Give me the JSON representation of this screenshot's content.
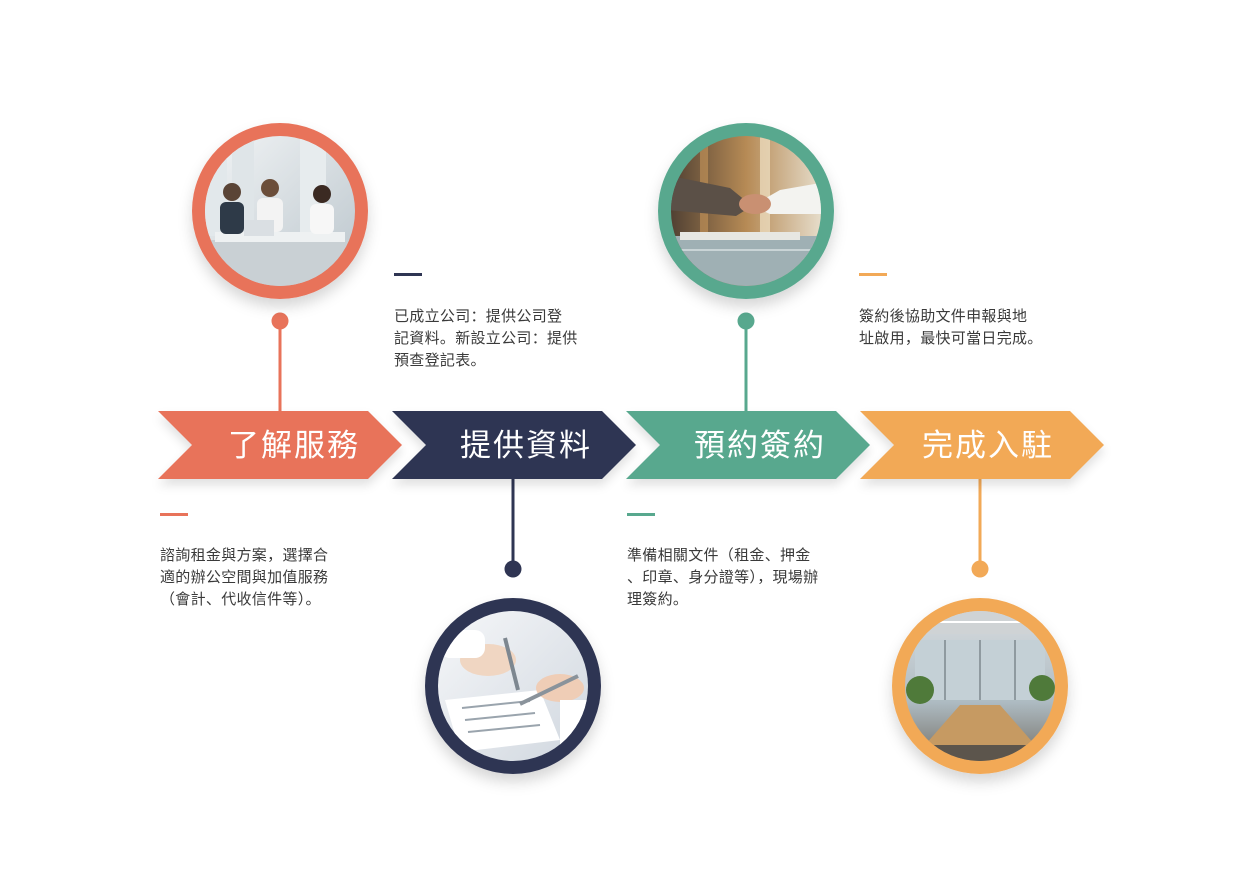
{
  "steps": [
    {
      "title": "了解服務",
      "description": "諮詢租金與方案，選擇合\n適的辦公空間與加值服務\n（會計、代收信件等）。",
      "color": "#e8735a",
      "photo": "business-meeting-photo"
    },
    {
      "title": "提供資料",
      "description": "已成立公司：提供公司登\n記資料。新設立公司：提供\n預查登記表。",
      "color": "#2f3553",
      "photo": "signing-document-photo"
    },
    {
      "title": "預約簽約",
      "description": "準備相關文件（租金、押金\n、印章、身分證等），現場辦\n理簽約。",
      "color": "#58a88e",
      "photo": "handshake-photo"
    },
    {
      "title": "完成入駐",
      "description": "簽約後協助文件申報與地\n址啟用，最快可當日完成。",
      "color": "#f2a957",
      "photo": "conference-room-photo"
    }
  ]
}
